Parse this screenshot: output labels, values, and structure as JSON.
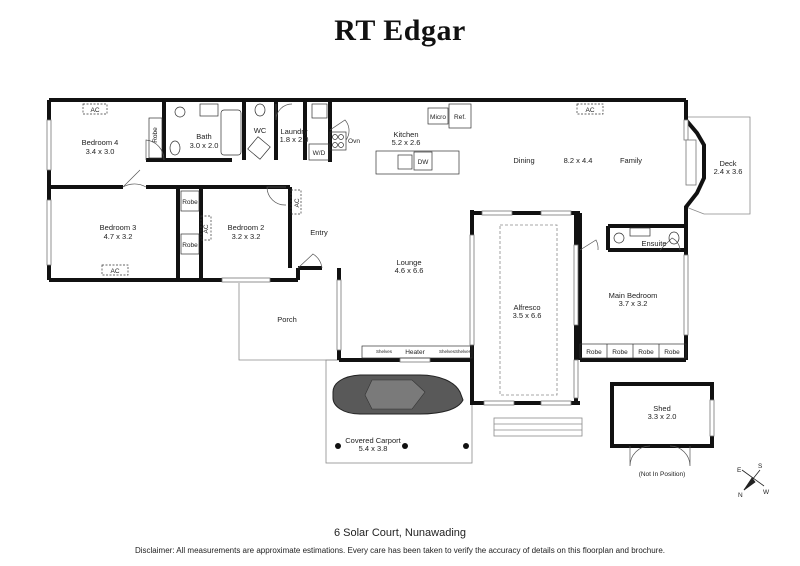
{
  "brand": "RT Edgar",
  "address": "6 Solar Court, Nunawading",
  "disclaimer": "Disclaimer: All measurements are approximate estimations. Every care has been taken to verify the accuracy of details on this floorplan and brochure.",
  "rooms": {
    "bedroom4": {
      "name": "Bedroom 4",
      "size": "3.4 x 3.0"
    },
    "bath": {
      "name": "Bath",
      "size": "3.0 x 2.0"
    },
    "wc": {
      "name": "WC"
    },
    "laundry": {
      "name": "Laundry",
      "size": "1.8 x 2.0"
    },
    "kitchen": {
      "name": "Kitchen",
      "size": "5.2 x 2.6"
    },
    "dining": {
      "name": "Dining"
    },
    "dining_family_size": {
      "size": "8.2 x 4.4"
    },
    "family": {
      "name": "Family"
    },
    "deck": {
      "name": "Deck",
      "size": "2.4 x 3.6"
    },
    "bedroom3": {
      "name": "Bedroom 3",
      "size": "4.7 x 3.2"
    },
    "bedroom2": {
      "name": "Bedroom 2",
      "size": "3.2 x 3.2"
    },
    "entry": {
      "name": "Entry"
    },
    "lounge": {
      "name": "Lounge",
      "size": "4.6 x 6.6"
    },
    "alfresco": {
      "name": "Alfresco",
      "size": "3.5 x 6.6"
    },
    "ensuite": {
      "name": "Ensuite"
    },
    "main_bedroom": {
      "name": "Main Bedroom",
      "size": "3.7 x 3.2"
    },
    "porch": {
      "name": "Porch"
    },
    "carport": {
      "name": "Covered Carport",
      "size": "5.4 x 3.8"
    },
    "shed": {
      "name": "Shed",
      "size": "3.3 x 2.0",
      "note": "(Not In Position)"
    }
  },
  "fixtures": {
    "ac": "AC",
    "robe": "Robe",
    "micro": "Micro",
    "ref": "Ref.",
    "ovn": "Ovn",
    "dw": "DW",
    "wd": "W/D",
    "heater": "Heater",
    "shelves": "Shelves"
  },
  "compass": {
    "n": "N",
    "s": "S",
    "e": "E",
    "w": "W"
  }
}
